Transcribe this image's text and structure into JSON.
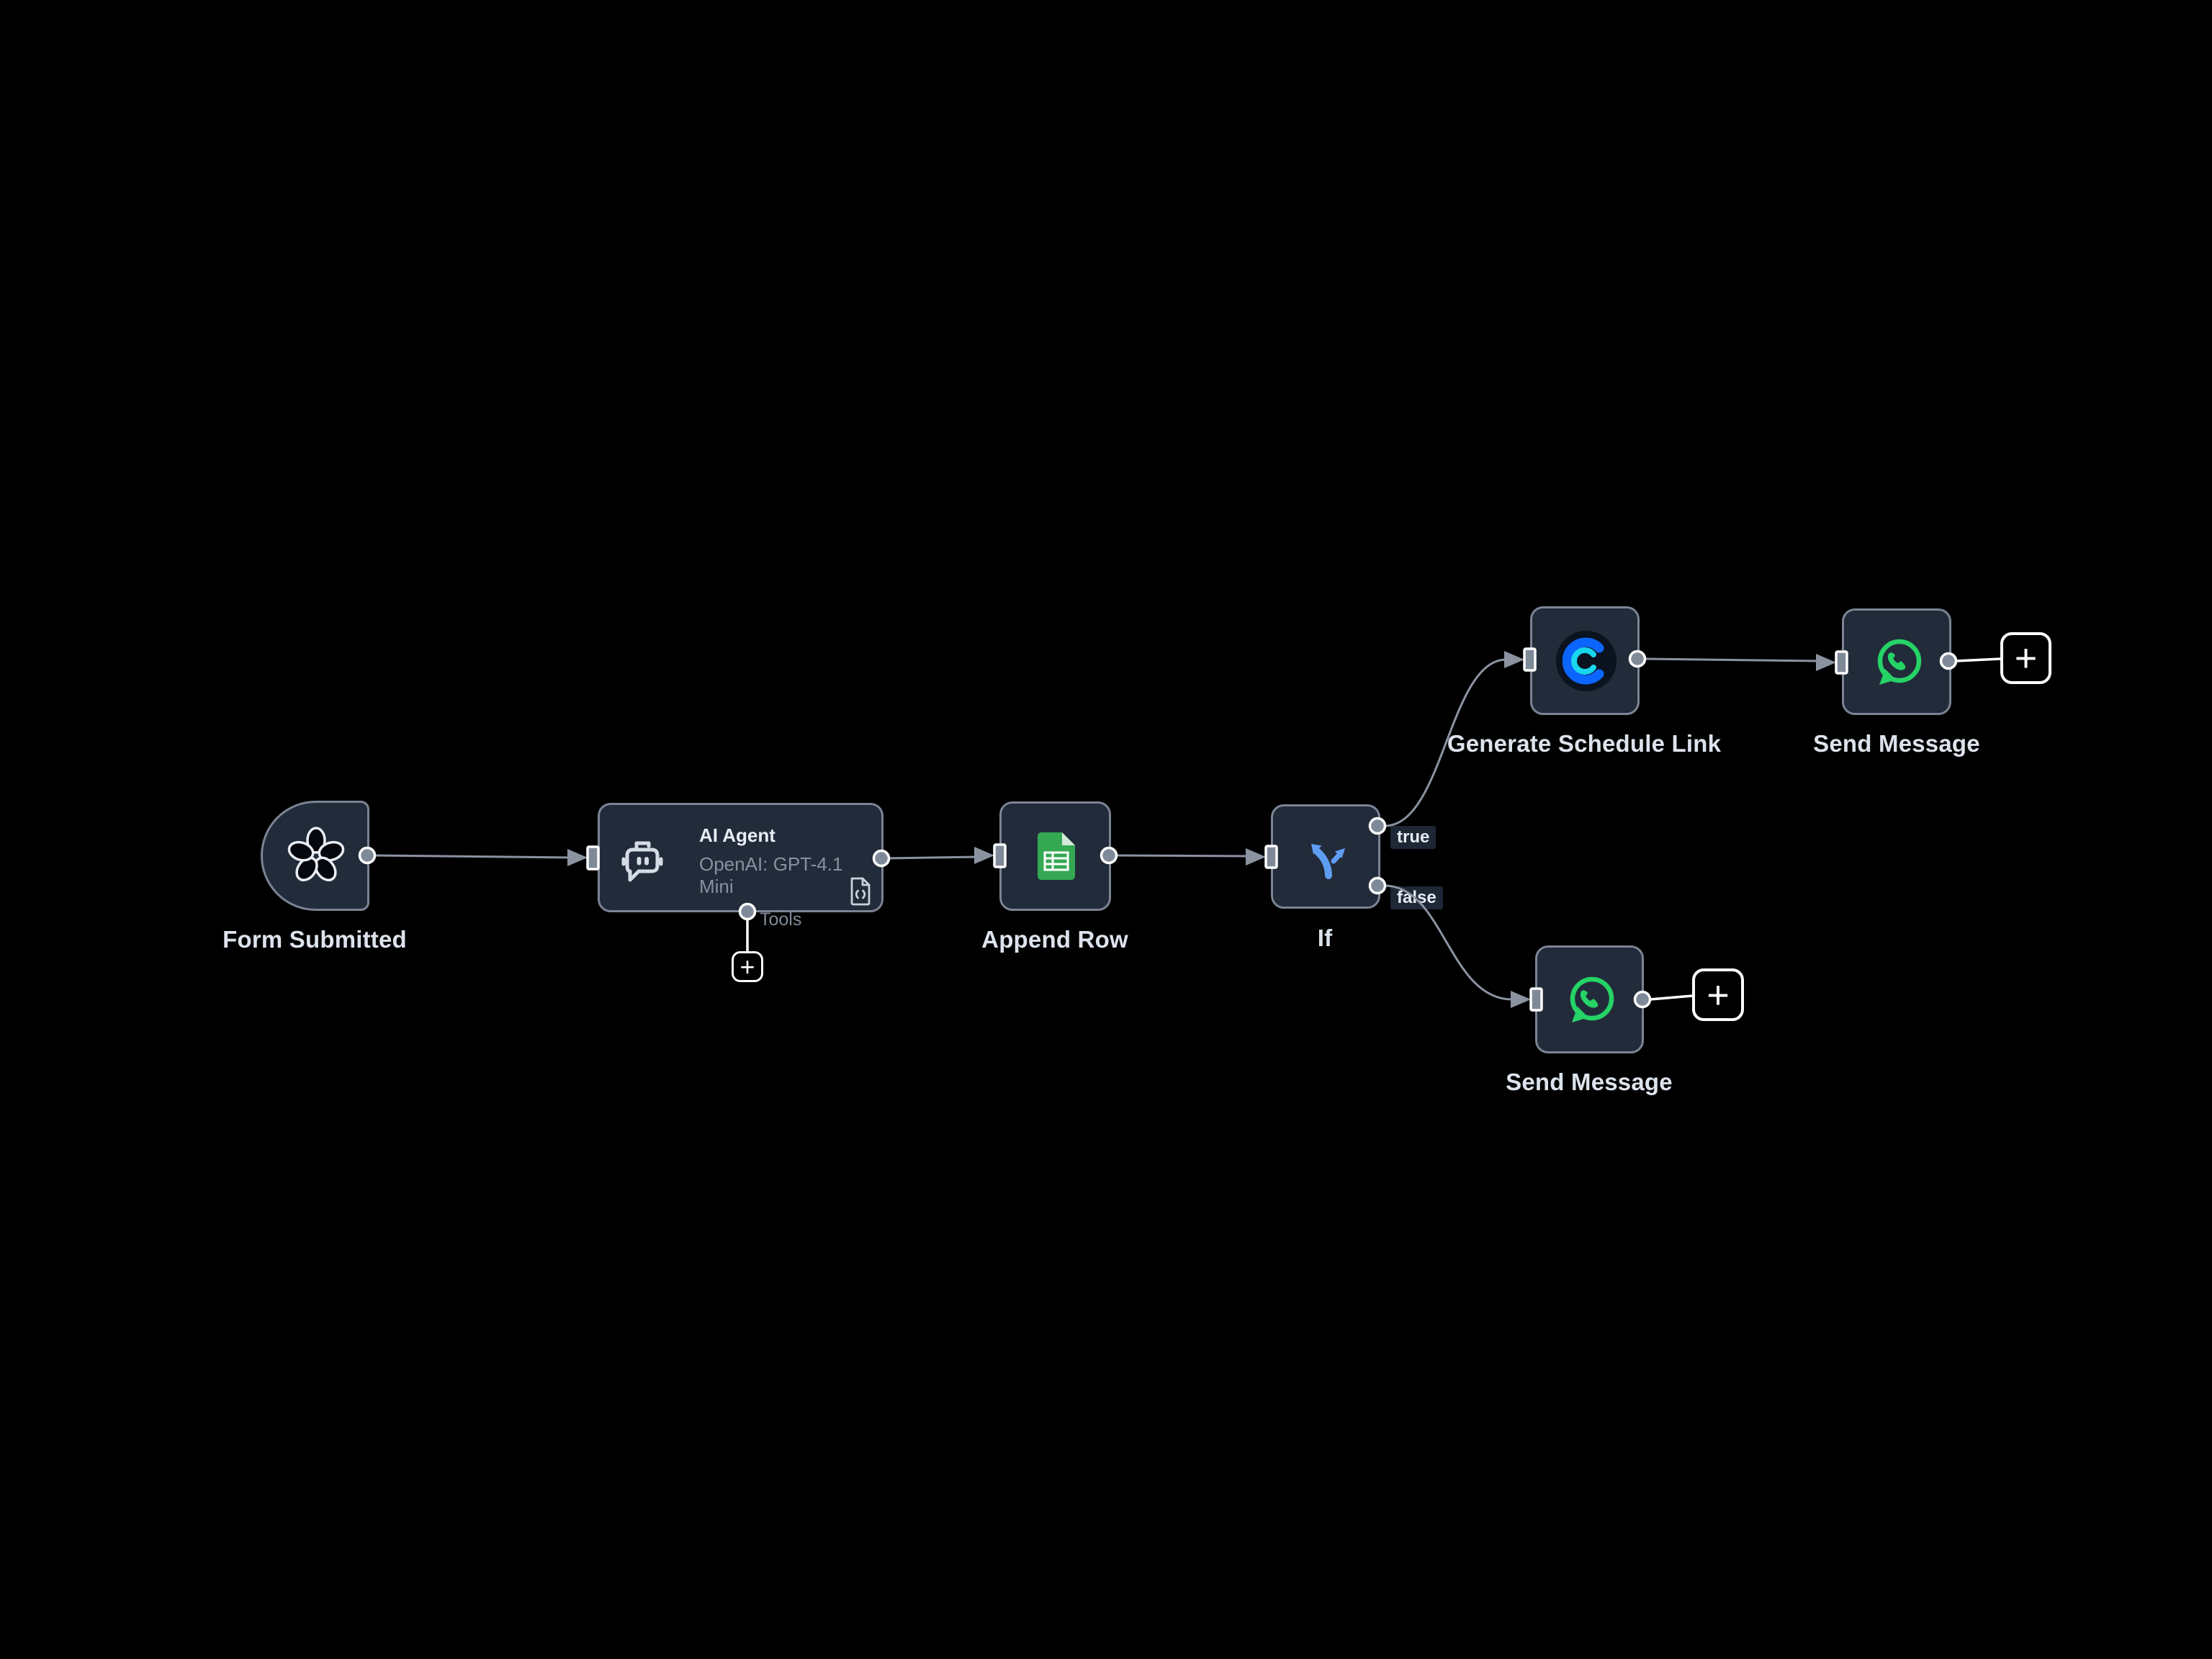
{
  "app": {
    "title": "Workflow canvas"
  },
  "colors": {
    "canvas_bg": "#000000",
    "node_bg": "#222b3a",
    "node_border": "#7b8494",
    "connector": "#8b93a1",
    "label_text": "#dde3ec",
    "secondary_text": "#87919f",
    "chip_bg": "#1e2736",
    "whatsapp_green": "#25d366",
    "sheets_green": "#34a853",
    "calendly_blue": "#0a66ff",
    "calendly_cyan": "#18d6ee",
    "if_blue": "#5f9df3"
  },
  "nodes": {
    "form_trigger": {
      "label": "Form Submitted"
    },
    "ai_agent": {
      "title": "AI Agent",
      "subtitle": "OpenAI: GPT-4.1 Mini",
      "tools_port_label": "Tools"
    },
    "append_row": {
      "label": "Append Row"
    },
    "if_node": {
      "label": "If",
      "outputs": {
        "true_label": "true",
        "false_label": "false"
      }
    },
    "generate_schedule_link": {
      "label": "Generate Schedule Link"
    },
    "send_message_true": {
      "label": "Send Message"
    },
    "send_message_false": {
      "label": "Send Message"
    }
  },
  "buttons": {
    "add_node_glyph": "+"
  }
}
